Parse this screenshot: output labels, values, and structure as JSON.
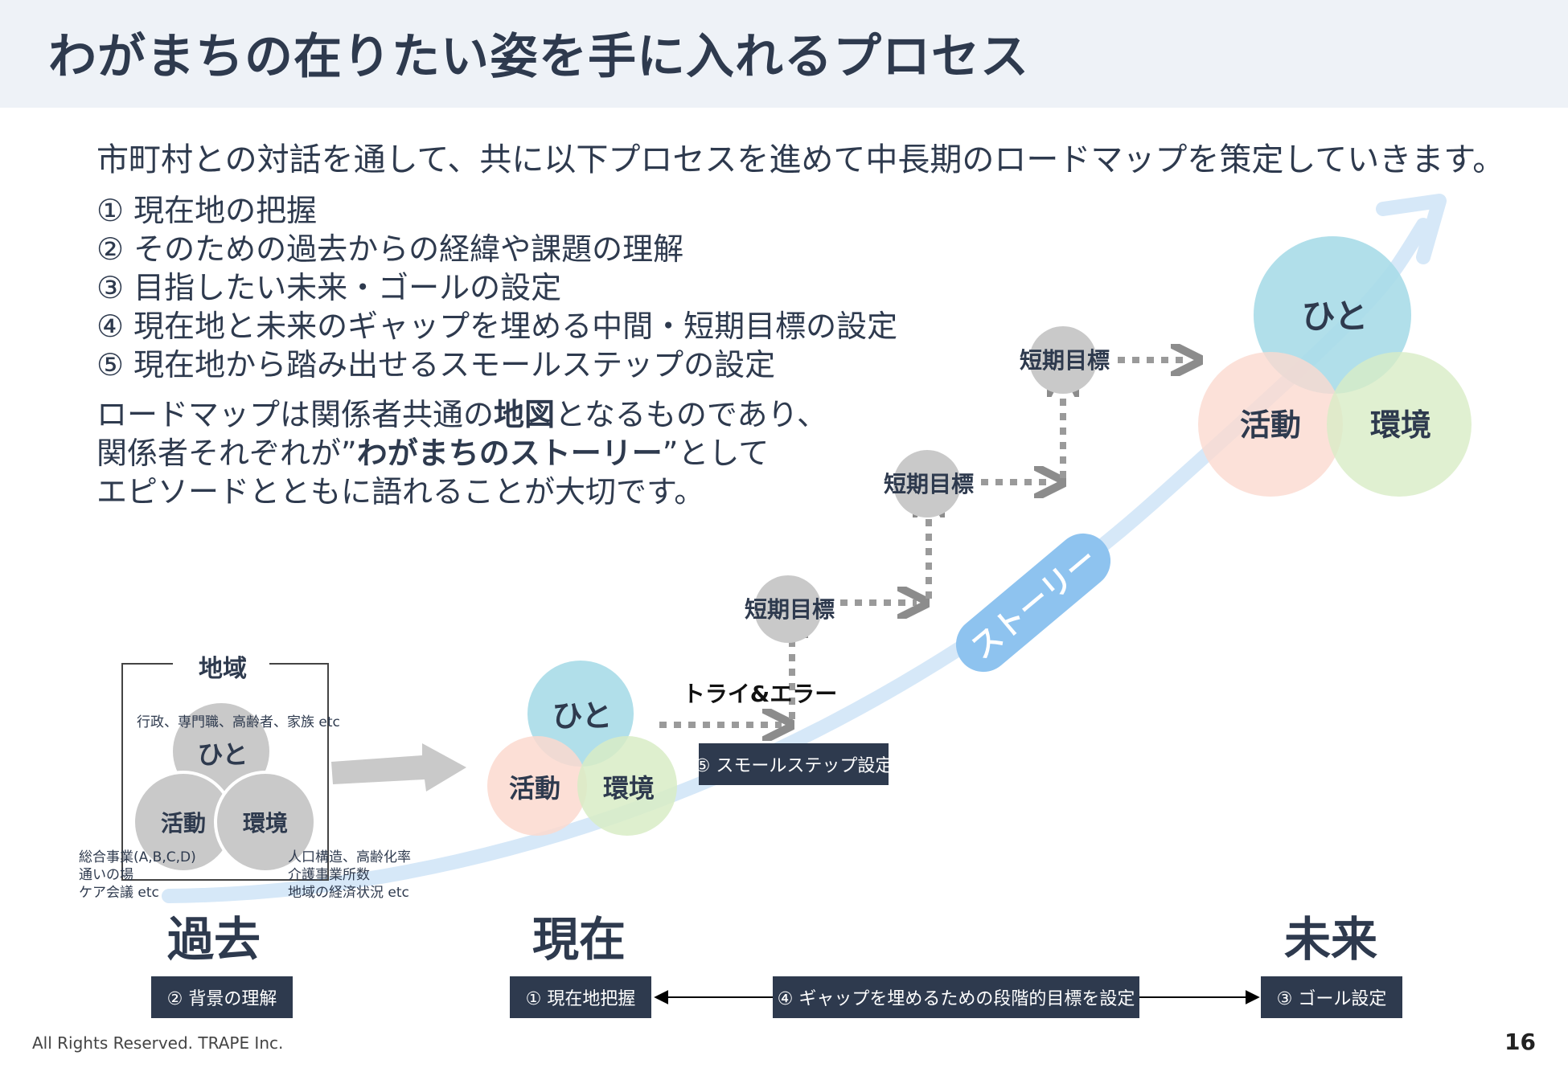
{
  "title": "わがまちの在りたい姿を手に入れるプロセス",
  "intro": "市町村との対話を通して、共に以下プロセスを進めて中長期のロードマップを策定していきます。",
  "steps": [
    "① 現在地の把握",
    "② そのための過去からの経緯や課題の理解",
    "③ 目指したい未来・ゴールの設定",
    "④ 現在地と未来のギャップを埋める中間・短期目標の設定",
    "⑤ 現在地から踏み出せるスモールステップの設定"
  ],
  "summary": {
    "line1_a": "ロードマップは関係者共通の",
    "line1_b": "地図",
    "line1_c": "となるものであり、",
    "line2_a": "関係者それぞれが”",
    "line2_b": "わがまちのストーリー",
    "line2_c": "”として",
    "line3": "エピソードとともに語れることが大切です。"
  },
  "region": {
    "title": "地域",
    "people_note": "行政、専門職、高齢者、家族 etc",
    "activity_note": [
      "総合事業(A,B,C,D)",
      "通いの場",
      "ケア会議 etc"
    ],
    "environment_note": [
      "人口構造、高齢化率",
      "介護事業所数",
      "地域の経済状況 etc"
    ]
  },
  "circles": {
    "people": "ひと",
    "activity": "活動",
    "environment": "環境"
  },
  "short_goal": "短期目標",
  "trial_error": "トライ&エラー",
  "story": "ストーリー",
  "boxes": {
    "small_step": "⑤ スモールステップ設定",
    "background": "② 背景の理解",
    "current": "① 現在地把握",
    "gap": "④ ギャップを埋めるための段階的目標を設定",
    "goal": "③ ゴール設定"
  },
  "eras": {
    "past": "過去",
    "present": "現在",
    "future": "未来"
  },
  "footer": "All Rights Reserved. TRAPE Inc.",
  "page_number": "16",
  "colors": {
    "navy": "#2e3a4e",
    "people": "#a8dbe8",
    "activity": "#fbd9cf",
    "environment": "#d8ecc6",
    "gray_circle": "#c9c9c9",
    "story_curve": "#d6e8f8",
    "story_badge": "#8ec3ef"
  }
}
